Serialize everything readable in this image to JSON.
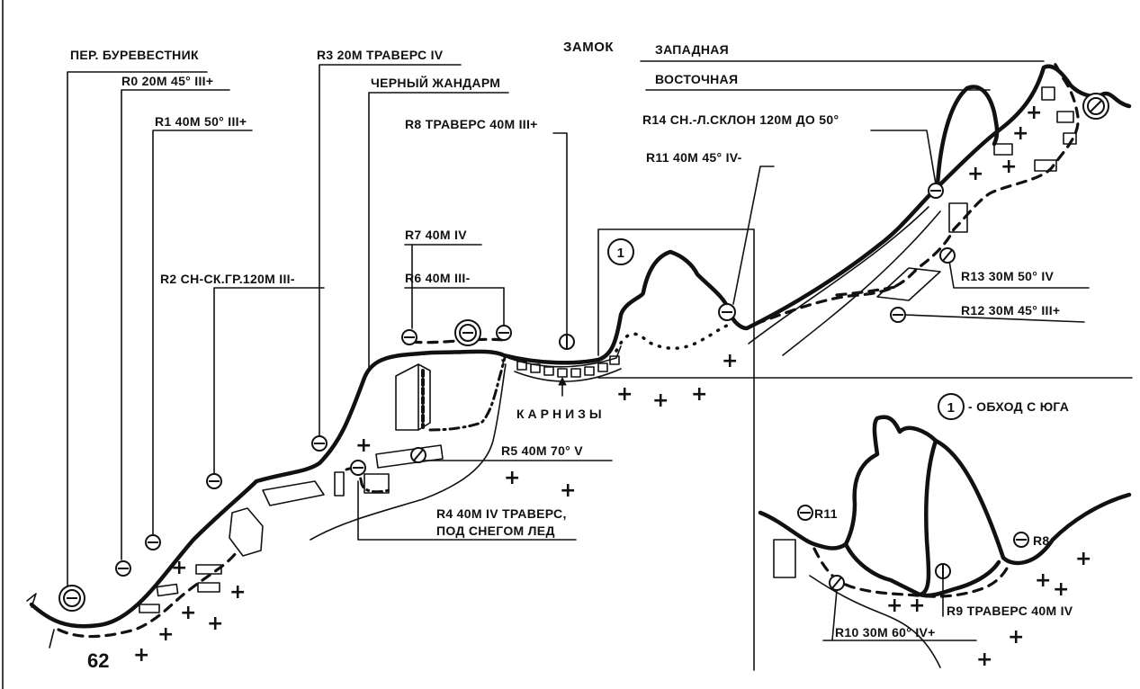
{
  "labels": {
    "pass": "ПЕР. БУРЕВЕСТНИК",
    "r0": "R0 20М 45° III+",
    "r1": "R1 40М 50° III+",
    "r2": "R2 СН-СК.ГР.120М III-",
    "r3": "R3 20М ТРАВЕРС IV",
    "black_gendarme": "ЧЕРНЫЙ ЖАНДАРМ",
    "r8": "R8 ТРАВЕРС 40М III+",
    "r7": "R7 40М IV",
    "r6": "R6 40М III-",
    "castle": "ЗАМОК",
    "west": "ЗАПАДНАЯ",
    "east": "ВОСТОЧНАЯ",
    "r14": "R14 СН.-Л.СКЛОН 120М ДО 50°",
    "r11": "R11 40М 45° IV-",
    "r13": "R13 30М 50° IV",
    "r12": "R12 30М 45° III+",
    "r5": "R5 40М 70° V",
    "r4_line1": "R4 40М IV ТРАВЕРС,",
    "r4_line2": "ПОД СНЕГОМ ЛЕД",
    "cornices": "КАРНИЗЫ",
    "start_number": "62",
    "inset_marker": "1",
    "inset_title": "- ОБХОД С ЮГА",
    "inset_r11": "R11",
    "inset_r8": "R8",
    "inset_r9": "R9 ТРАВЕРС 40М IV",
    "inset_r10": "R10 30М 60° IV+"
  }
}
